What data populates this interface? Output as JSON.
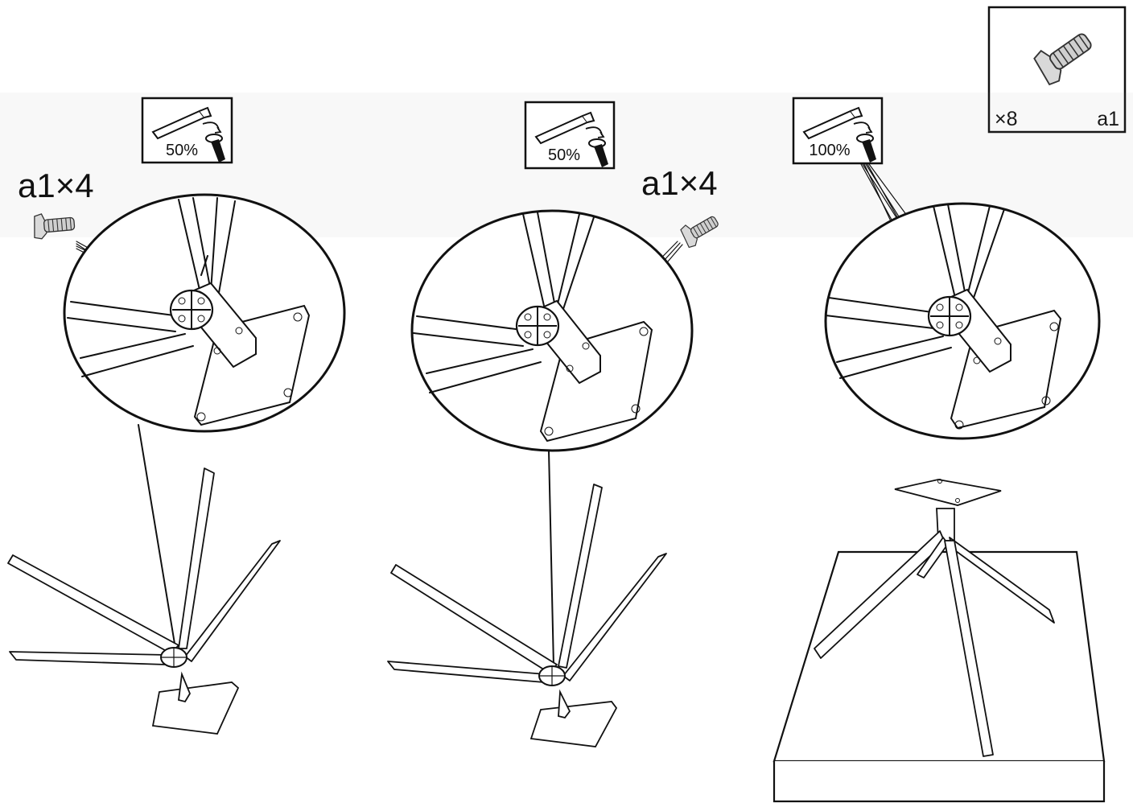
{
  "parts_box": {
    "quantity": "×8",
    "part_code": "a1"
  },
  "steps": [
    {
      "torque": "50%",
      "callout": "a1×4"
    },
    {
      "torque": "50%",
      "callout": "a1×4"
    },
    {
      "torque": "100%",
      "callout": ""
    }
  ],
  "icons": {
    "tool": "hex-key-icon",
    "fastener": "bolt-icon"
  }
}
